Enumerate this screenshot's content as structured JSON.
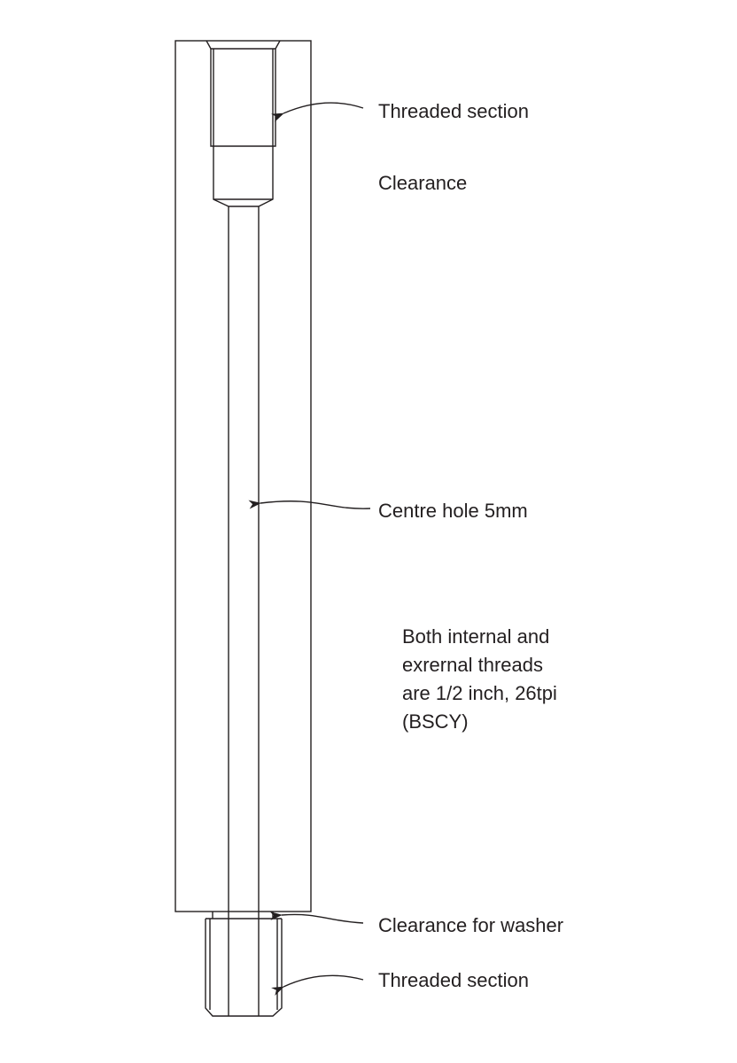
{
  "labels": {
    "threaded_top": "Threaded section",
    "clearance": "Clearance",
    "centre_hole": "Centre hole 5mm",
    "note_lines": [
      "Both internal and",
      "exrernal threads",
      "are 1/2 inch, 26tpi",
      "(BSCY)"
    ],
    "clearance_washer": "Clearance for washer",
    "threaded_bottom": "Threaded section"
  },
  "colors": {
    "line": "#231f20",
    "background": "#ffffff"
  }
}
